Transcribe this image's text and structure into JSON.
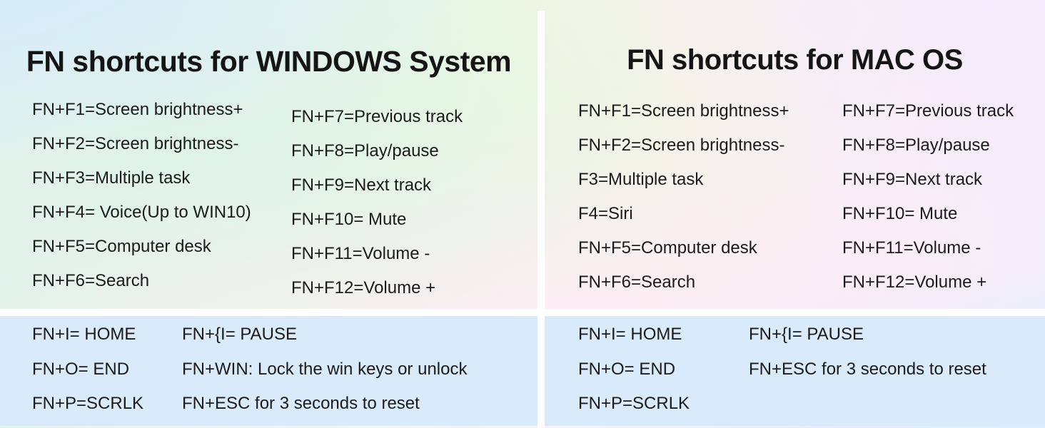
{
  "panels": [
    {
      "id": "windows",
      "title": "FN shortcuts for WINDOWS System",
      "fn_columns": [
        [
          "FN+F1=Screen brightness+",
          "FN+F2=Screen brightness-",
          "FN+F3=Multiple task",
          "FN+F4= Voice(Up to WIN10)",
          "FN+F5=Computer desk",
          "FN+F6=Search"
        ],
        [
          "FN+F7=Previous track",
          "FN+F8=Play/pause",
          "FN+F9=Next track",
          "FN+F10= Mute",
          "FN+F11=Volume -",
          "FN+F12=Volume +"
        ]
      ],
      "extra_columns": [
        [
          "FN+I= HOME",
          "FN+O= END",
          "FN+P=SCRLK"
        ],
        [
          "FN+{I= PAUSE",
          "FN+WIN: Lock the win keys or unlock",
          "FN+ESC for 3 seconds to reset"
        ]
      ]
    },
    {
      "id": "mac",
      "title": "FN shortcuts for MAC OS",
      "fn_columns": [
        [
          "FN+F1=Screen brightness+",
          "FN+F2=Screen brightness-",
          "F3=Multiple task",
          "F4=Siri",
          "FN+F5=Computer desk",
          "FN+F6=Search"
        ],
        [
          "FN+F7=Previous track",
          "FN+F8=Play/pause",
          "FN+F9=Next track",
          "FN+F10= Mute",
          "FN+F11=Volume -",
          "FN+F12=Volume +"
        ]
      ],
      "extra_columns": [
        [
          "FN+I= HOME",
          "FN+O= END",
          "FN+P=SCRLK"
        ],
        [
          "FN+{I= PAUSE",
          "FN+ESC for 3 seconds to reset"
        ]
      ]
    }
  ],
  "colors": {
    "text": "#1b1b1b",
    "bottom_box_bg": "#d9ebfa",
    "divider": "#ffffff",
    "gradient_corners": {
      "top_left": "#d7ebfd",
      "top_center": "#ecf8e2",
      "center_pink": "#fdecf6",
      "top_right": "#f6ebfd",
      "bottom_right": "#d9ecfc"
    }
  }
}
